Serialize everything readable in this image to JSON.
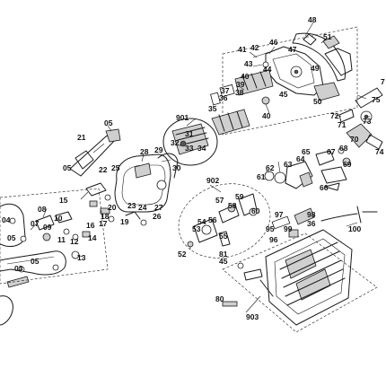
{
  "diagram": {
    "callouts": [
      "48",
      "51",
      "46",
      "41",
      "42",
      "47",
      "43",
      "44",
      "49",
      "40",
      "39",
      "38",
      "45",
      "50",
      "37",
      "36",
      "35",
      "40",
      "7",
      "75",
      "901",
      "05",
      "21",
      "31",
      "32",
      "33",
      "34",
      "72",
      "71",
      "73",
      "70",
      "74",
      "29",
      "28",
      "30",
      "65",
      "64",
      "63",
      "62",
      "61",
      "68",
      "69",
      "67",
      "66",
      "25",
      "22",
      "05",
      "902",
      "57",
      "59",
      "58",
      "60",
      "20",
      "19",
      "18",
      "17",
      "16",
      "15",
      "23",
      "24",
      "27",
      "26",
      "08",
      "07",
      "09",
      "10",
      "11",
      "12",
      "13",
      "14",
      "05",
      "05",
      "04",
      "03",
      "54",
      "53",
      "56",
      "55",
      "52",
      "97",
      "98",
      "36",
      "95",
      "99",
      "96",
      "100",
      "81",
      "45",
      "80",
      "903"
    ]
  }
}
